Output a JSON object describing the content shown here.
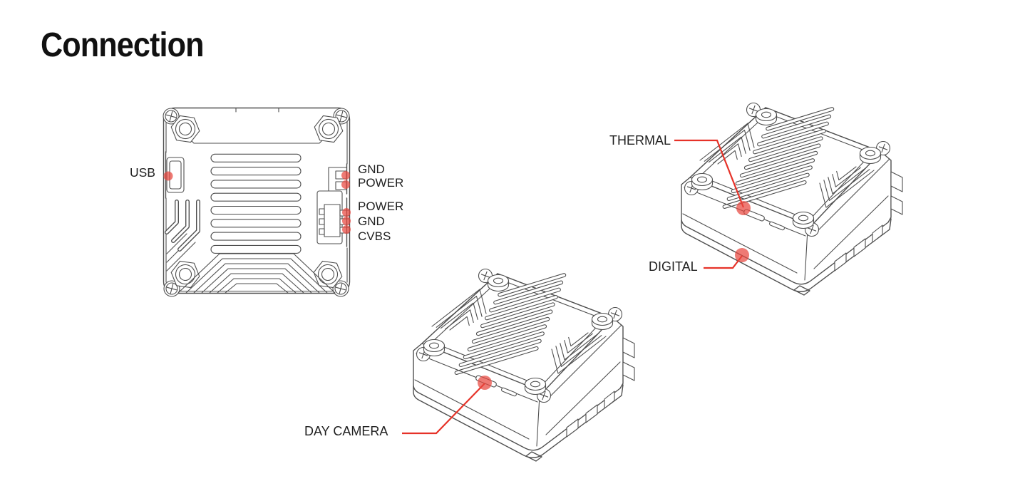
{
  "title": "Connection",
  "colors": {
    "annotation_red": "#e63228",
    "marker_red": "#e8473f",
    "line_art": "#4f4f4f",
    "text": "#1f1f1f"
  },
  "top_view_device": {
    "usb_label": "USB",
    "top_pads": [
      "GND",
      "POWER"
    ],
    "side_connector": [
      "POWER",
      "GND",
      "CVBS"
    ]
  },
  "thermal_device": {
    "thermal_label": "THERMAL",
    "digital_label": "DIGITAL"
  },
  "day_device": {
    "day_camera_label": "DAY CAMERA"
  }
}
